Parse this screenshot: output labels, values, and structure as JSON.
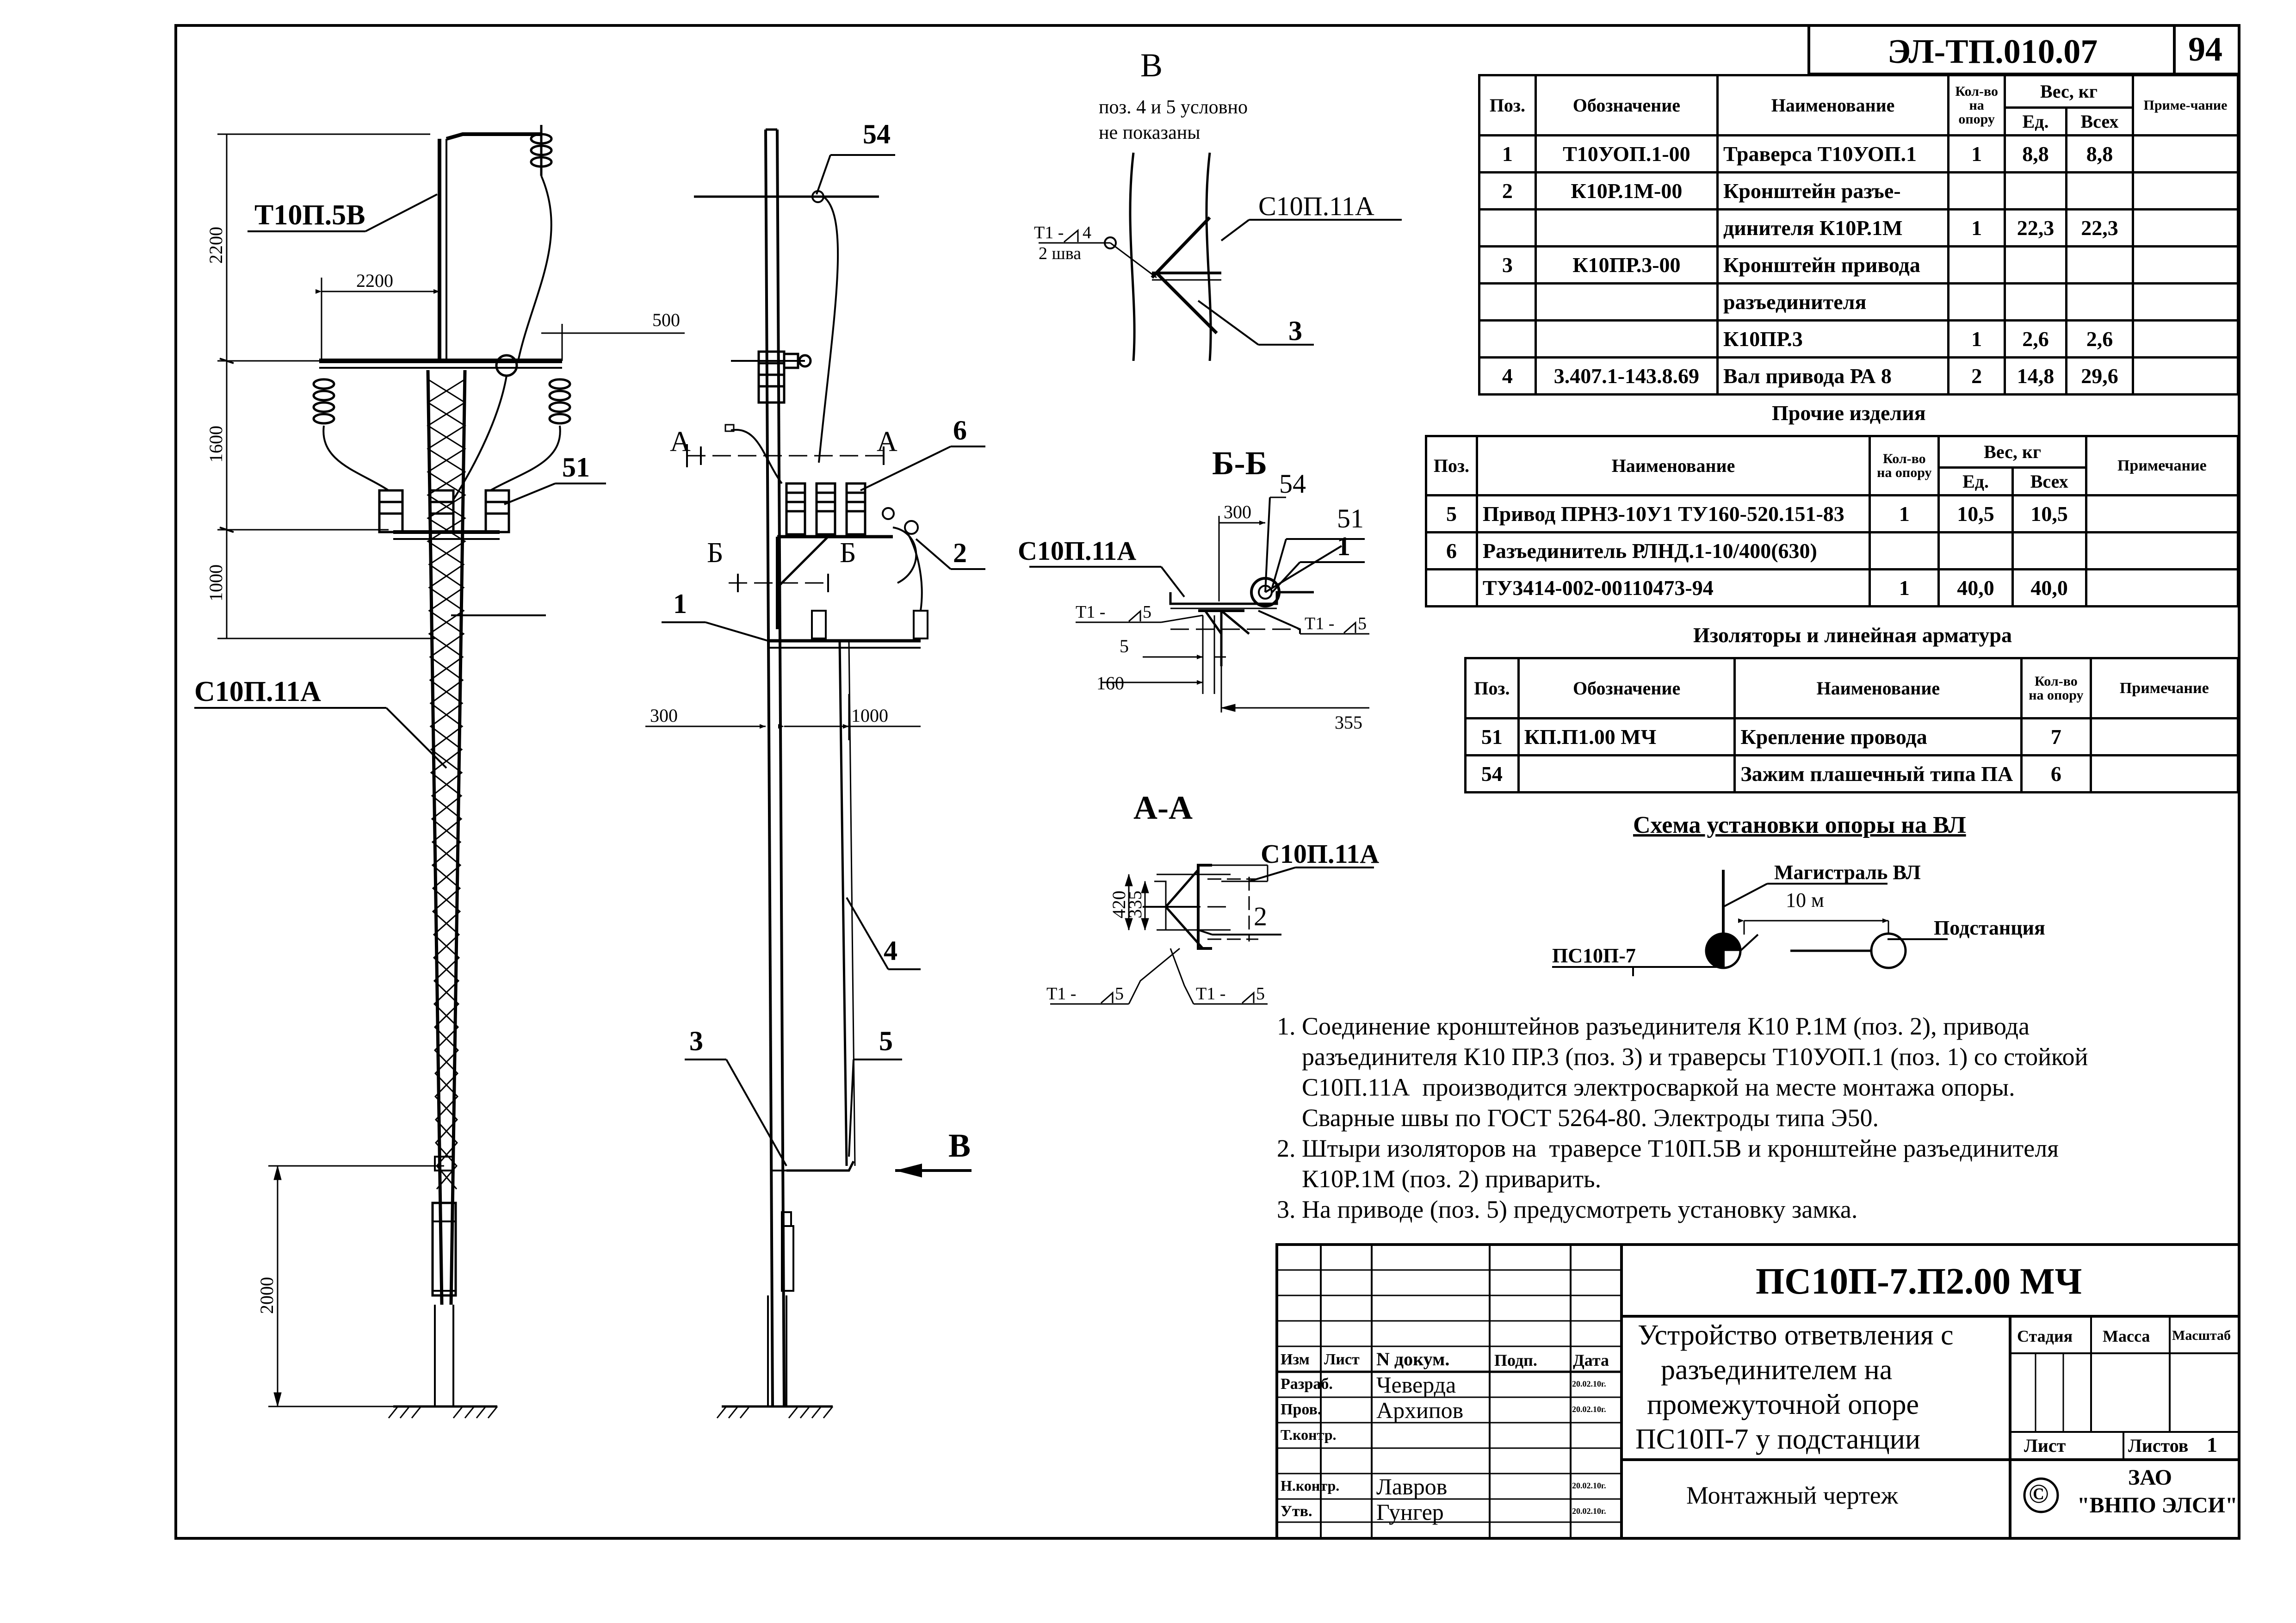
{
  "sheet": {
    "code": "ЭЛ-ТП.010.07",
    "number": "94"
  },
  "views": {
    "view_b_title": "В",
    "view_b_note_1": "поз. 4 и 5 условно",
    "view_b_note_2": "не показаны",
    "view_b_post": "С10П.11А",
    "view_b_weld": "Т1 -",
    "view_b_weld_leg": "4",
    "view_b_weld_count": "2 шва",
    "view_b_pos": "3",
    "section_bb": "Б-Б",
    "section_bb_post": "С10П.11А",
    "section_bb_54": "54",
    "section_bb_51": "51",
    "section_bb_1": "1",
    "section_bb_weld_l": "Т1 -",
    "section_bb_weld_l_leg": "5",
    "section_bb_weld_r": "Т1 -",
    "section_bb_weld_r_leg": "5",
    "section_bb_dim_300": "300",
    "section_bb_dim_5": "5",
    "section_bb_dim_160": "160",
    "section_bb_dim_355": "355",
    "section_aa": "А-А",
    "section_aa_post": "С10П.11А",
    "section_aa_2": "2",
    "section_aa_dim_420": "420",
    "section_aa_dim_335": "335",
    "section_aa_weld_l": "Т1 -",
    "section_aa_weld_l_leg": "5",
    "section_aa_weld_r": "Т1 -",
    "section_aa_weld_r_leg": "5"
  },
  "left_view": {
    "crossarm_label": "Т10П.5В",
    "post_label": "С10П.11А",
    "pos_51": "51",
    "dim_2200_v": "2200",
    "dim_1600": "1600",
    "dim_1000": "1000",
    "dim_2000": "2000",
    "dim_2200_h": "2200",
    "dim_500": "500"
  },
  "mid_view": {
    "pos_54": "54",
    "pos_6": "6",
    "pos_2": "2",
    "pos_1": "1",
    "pos_4": "4",
    "pos_3": "3",
    "pos_5": "5",
    "cut_a": "А",
    "cut_b": "Б",
    "arrow_v": "В",
    "dim_300": "300",
    "dim_1000": "1000"
  },
  "table_main": {
    "headers": {
      "pos": "Поз.",
      "designation": "Обозначение",
      "name": "Наименование",
      "qty": "Кол-во на опору",
      "weight": "Вес, кг",
      "unit": "Ед.",
      "total": "Всех",
      "note": "Приме-чание"
    },
    "rows": [
      {
        "pos": "1",
        "designation": "Т10УОП.1-00",
        "name": "Траверса Т10УОП.1",
        "qty": "1",
        "unit": "8,8",
        "total": "8,8"
      },
      {
        "pos": "2",
        "designation": "К10Р.1М-00",
        "name": "Кронштейн разъе-",
        "qty": "",
        "unit": "",
        "total": ""
      },
      {
        "pos": "",
        "designation": "",
        "name": "динителя К10Р.1М",
        "qty": "1",
        "unit": "22,3",
        "total": "22,3"
      },
      {
        "pos": "3",
        "designation": "К10ПР.3-00",
        "name": "Кронштейн привода",
        "qty": "",
        "unit": "",
        "total": ""
      },
      {
        "pos": "",
        "designation": "",
        "name": "разъединителя",
        "qty": "",
        "unit": "",
        "total": ""
      },
      {
        "pos": "",
        "designation": "",
        "name": "К10ПР.3",
        "qty": "1",
        "unit": "2,6",
        "total": "2,6"
      },
      {
        "pos": "4",
        "designation": "3.407.1-143.8.69",
        "name": "Вал привода РА 8",
        "qty": "2",
        "unit": "14,8",
        "total": "29,6"
      }
    ]
  },
  "table_other": {
    "title": "Прочие изделия",
    "headers": {
      "pos": "Поз.",
      "name": "Наименование",
      "qty": "Кол-во на опору",
      "weight": "Вес, кг",
      "unit": "Ед.",
      "total": "Всех",
      "note": "Примечание"
    },
    "rows": [
      {
        "pos": "5",
        "name": "Привод ПРНЗ-10У1 ТУ160-520.151-83",
        "qty": "1",
        "unit": "10,5",
        "total": "10,5"
      },
      {
        "pos": "6",
        "name": "Разъединитель РЛНД.1-10/400(630)",
        "qty": "",
        "unit": "",
        "total": ""
      },
      {
        "pos": "",
        "name": "ТУ3414-002-00110473-94",
        "qty": "1",
        "unit": "40,0",
        "total": "40,0"
      }
    ]
  },
  "table_insulators": {
    "title": "Изоляторы и линейная арматура",
    "headers": {
      "pos": "Поз.",
      "designation": "Обозначение",
      "name": "Наименование",
      "qty": "Кол-во на опору",
      "note": "Примечание"
    },
    "rows": [
      {
        "pos": "51",
        "designation": "КП.П1.00 МЧ",
        "name": "Крепление провода",
        "qty": "7"
      },
      {
        "pos": "54",
        "designation": "",
        "name": "Зажим плашечный типа ПА",
        "qty": "6"
      }
    ]
  },
  "scheme": {
    "title": "Схема установки опоры на ВЛ",
    "main_line": "Магистраль ВЛ",
    "distance": "10 м",
    "substation": "Подстанция",
    "support": "ПС10П-7"
  },
  "notes": [
    "1. Соединение кронштейнов разъединителя К10 Р.1М (поз. 2), привода",
    "    разъединителя К10 ПР.3 (поз. 3) и траверсы Т10УОП.1 (поз. 1) со стойкой",
    "    С10П.11А  производится электросваркой на месте монтажа опоры.",
    "    Сварные швы по ГОСТ 5264-80. Электроды типа Э50.",
    "2. Штыри изоляторов на  траверсе Т10П.5В и кронштейне разъединителя",
    "    К10Р.1М (поз. 2) приварить.",
    "3. На приводе (поз. 5) предусмотреть установку замка."
  ],
  "title_block": {
    "doc_code": "ПС10П-7.П2.00 МЧ",
    "title_lines": [
      "Устройство ответвления с",
      "разъединителем на",
      "промежуточной опоре",
      "ПС10П-7 у подстанции"
    ],
    "drawing_type": "Монтажный чертеж",
    "col_izm": "Изм",
    "col_list": "Лист",
    "col_ndoc": "N докум.",
    "col_podp": "Подп.",
    "col_data": "Дата",
    "roles": [
      {
        "role": "Разраб.",
        "name": "Чеверда",
        "date": "20.02.10г."
      },
      {
        "role": "Пров.",
        "name": "Архипов",
        "date": "20.02.10г."
      },
      {
        "role": "Т.контр.",
        "name": "",
        "date": ""
      },
      {
        "role": "",
        "name": "",
        "date": ""
      },
      {
        "role": "Н.контр.",
        "name": "Лавров",
        "date": "20.02.10г."
      },
      {
        "role": "Утв.",
        "name": "Гунгер",
        "date": "20.02.10г."
      }
    ],
    "stage": "Стадия",
    "mass": "Масса",
    "scale": "Масштаб",
    "sheet": "Лист",
    "sheets": "Листов",
    "sheets_count": "1",
    "company_line1": "ЗАО",
    "company_line2": "\"ВНПО ЭЛСИ\"",
    "copyright": "©"
  }
}
